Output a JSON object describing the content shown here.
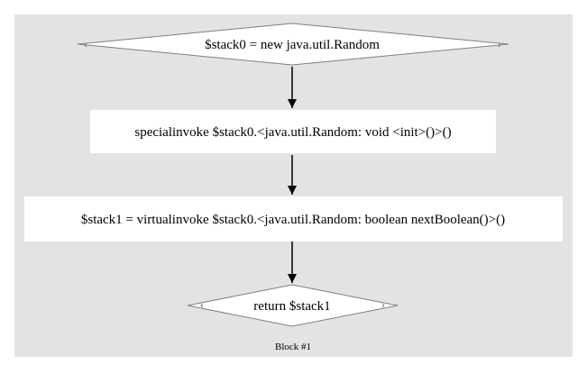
{
  "block": {
    "label": "Block #1"
  },
  "nodes": [
    {
      "id": "n0",
      "shape": "diamond",
      "label": "$stack0 = new java.util.Random"
    },
    {
      "id": "n1",
      "shape": "box",
      "label": "specialinvoke $stack0.<java.util.Random: void <init>()>()"
    },
    {
      "id": "n2",
      "shape": "box",
      "label": "$stack1 = virtualinvoke $stack0.<java.util.Random: boolean nextBoolean()>()"
    },
    {
      "id": "n3",
      "shape": "diamond",
      "label": "return $stack1"
    }
  ],
  "edges": [
    {
      "from": "n0",
      "to": "n1"
    },
    {
      "from": "n1",
      "to": "n2"
    },
    {
      "from": "n2",
      "to": "n3"
    }
  ],
  "colors": {
    "cluster_fill": "#e3e3e3",
    "node_fill": "#ffffff",
    "node_stroke": "#7f7f7f",
    "edge": "#000000"
  }
}
